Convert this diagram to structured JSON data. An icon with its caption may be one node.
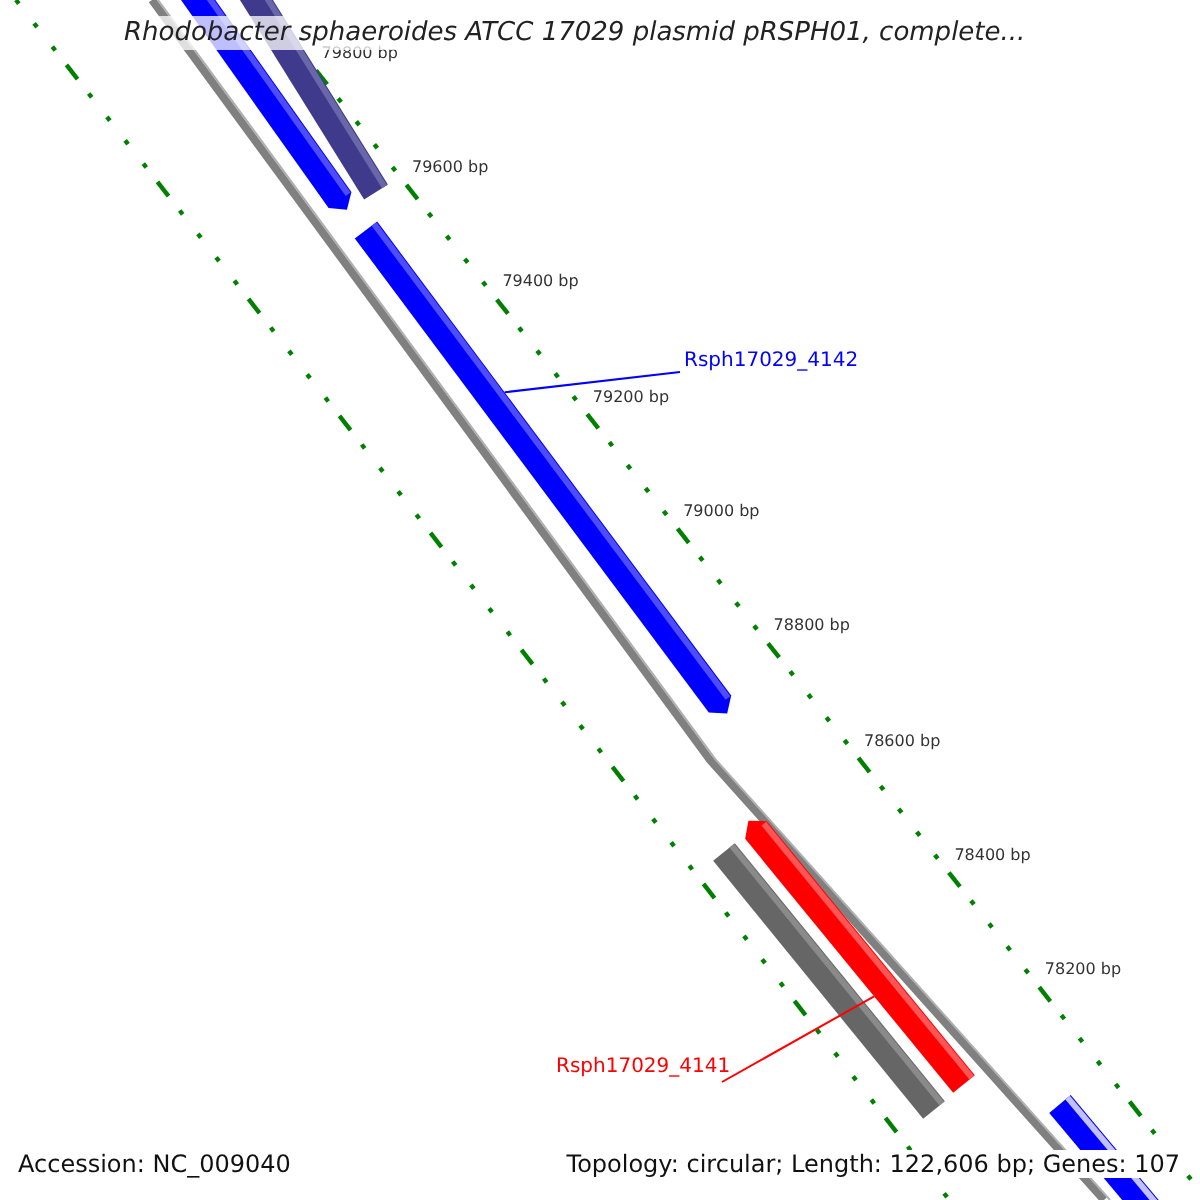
{
  "diagram": {
    "title": "Rhodobacter sphaeroides ATCC 17029 plasmid pRSPH01, complete...",
    "nodes": [
      {
        "text": [
          "Rsph17029_4142"
        ]
      },
      {
        "text": [],
        "shape": "bar"
      },
      {
        "text": [
          "Rsph17029_4141"
        ]
      },
      {
        "text": [],
        "shape": "bar"
      }
    ],
    "edges": [
      {
        "from": 0,
        "to": 1,
        "arrow": "none",
        "color": "#0000ff"
      },
      {
        "from": 2,
        "to": 3,
        "arrow": "none",
        "color": "#ff0000"
      }
    ],
    "labels": [
      "79800 bp",
      "79600 bp",
      "79400 bp",
      "79200 bp",
      "79000 bp",
      "78800 bp",
      "78600 bp",
      "78400 bp",
      "78200 bp",
      "Accession: NC_009040",
      "Topology: circular; Length: 122,606 bp; Genes: 107"
    ]
  }
}
